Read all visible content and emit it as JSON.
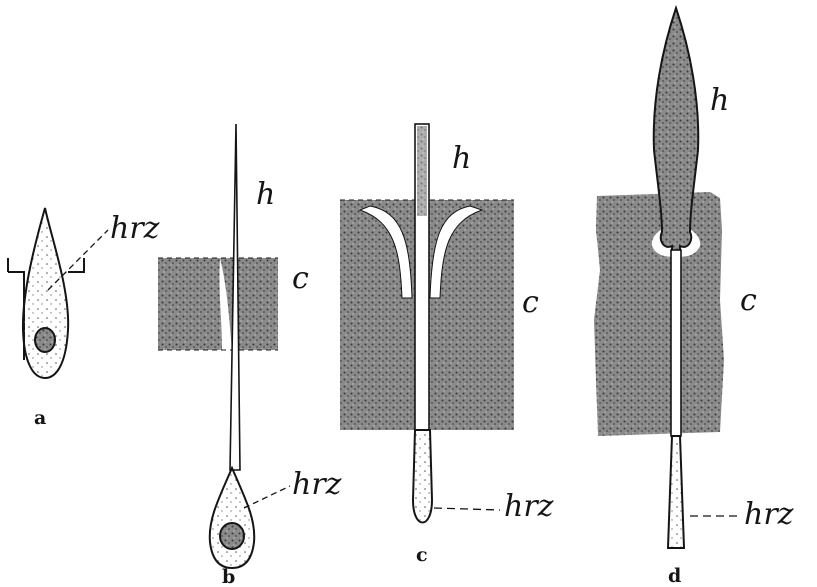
{
  "figure": {
    "panels": [
      {
        "id": "a",
        "caption": "a",
        "labels": {
          "hrz": "hrz"
        }
      },
      {
        "id": "b",
        "caption": "b",
        "labels": {
          "h": "h",
          "c": "c",
          "hrz": "hrz"
        }
      },
      {
        "id": "c",
        "caption": "c",
        "labels": {
          "h": "h",
          "c": "c",
          "hrz": "hrz"
        }
      },
      {
        "id": "d",
        "caption": "d",
        "labels": {
          "h": "h",
          "c": "c",
          "hrz": "hrz"
        }
      }
    ]
  },
  "colors": {
    "ink": "#151515",
    "cuticle_fill": "#7a7a7a",
    "hair_fill": "#6d6d6d",
    "paper": "#ffffff"
  }
}
